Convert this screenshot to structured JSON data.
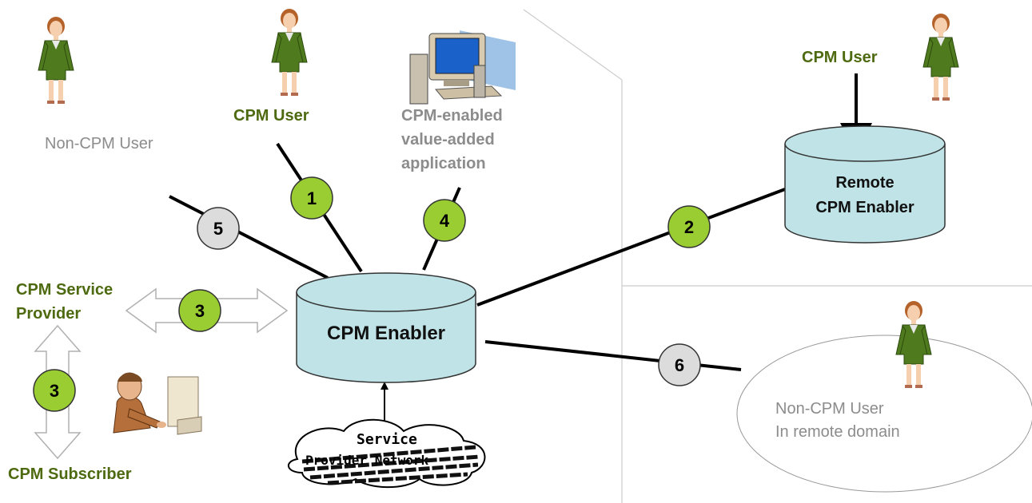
{
  "labels": {
    "non_cpm_user": "Non-CPM User",
    "cpm_user_top": "CPM  User",
    "cpm_app_line1": "CPM-enabled",
    "cpm_app_line2": "value-added",
    "cpm_app_line3": "application",
    "cpm_user_remote": "CPM  User",
    "remote_enabler_line1": "Remote",
    "remote_enabler_line2": "CPM Enabler",
    "cpm_enabler": "CPM Enabler",
    "service_provider_line1": "CPM Service",
    "service_provider_line2": "Provider",
    "subscriber": "CPM Subscriber",
    "service_cloud_line1": "Service",
    "service_cloud_line2": "Provider Network",
    "non_cpm_remote_line1": "Non-CPM User",
    "non_cpm_remote_line2": "In remote domain"
  },
  "badges": {
    "b1": "1",
    "b2": "2",
    "b3_left": "3",
    "b3_bottom": "3",
    "b4": "4",
    "b5": "5",
    "b6": "6"
  },
  "colors": {
    "cpm_badge": "#9acd32",
    "non_cpm_badge": "#dcdcdc",
    "enabler_fill": "#bfe3e6",
    "label_green": "#4e6a10",
    "label_gray": "#8c8c8c",
    "person_suit": "#4f7a1e"
  }
}
